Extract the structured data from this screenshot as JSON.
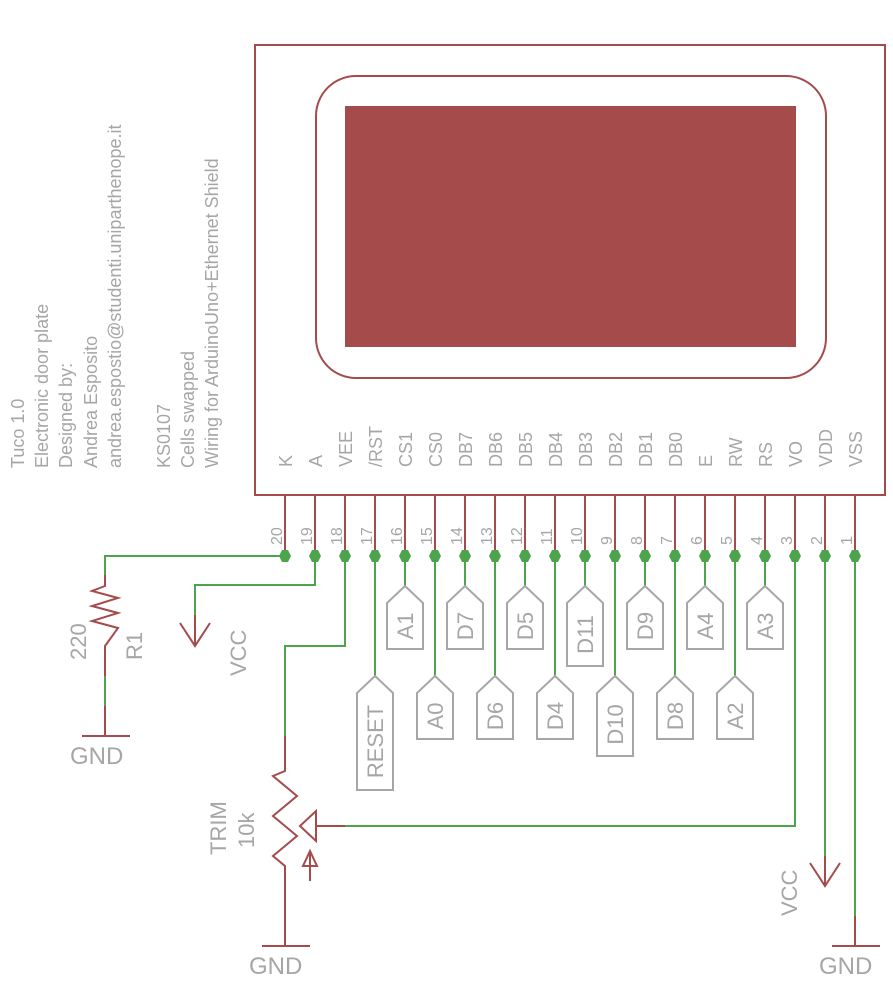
{
  "colors": {
    "part": "#a54b4b",
    "wire": "#4ca44c",
    "text": "#a6a6a6",
    "lcd_screen": "#a54b4b",
    "background": "#ffffff"
  },
  "notes": {
    "title_block": [
      "Tuco 1.0",
      "Electronic door plate",
      "Designed by:",
      "Andrea Esposito",
      "andrea.espostio@studenti.uniparthenope.it"
    ],
    "part_notes": [
      "KS0107",
      "Cells swapped",
      "Wiring for ArduinoUno+Ethernet Shield"
    ]
  },
  "lcd": {
    "pins": [
      {
        "num": "20",
        "name": "K"
      },
      {
        "num": "19",
        "name": "A"
      },
      {
        "num": "18",
        "name": "VEE"
      },
      {
        "num": "17",
        "name": "/RST"
      },
      {
        "num": "16",
        "name": "CS1"
      },
      {
        "num": "15",
        "name": "CS0"
      },
      {
        "num": "14",
        "name": "DB7"
      },
      {
        "num": "13",
        "name": "DB6"
      },
      {
        "num": "12",
        "name": "DB5"
      },
      {
        "num": "11",
        "name": "DB4"
      },
      {
        "num": "10",
        "name": "DB3"
      },
      {
        "num": "9",
        "name": "DB2"
      },
      {
        "num": "8",
        "name": "DB1"
      },
      {
        "num": "7",
        "name": "DB0"
      },
      {
        "num": "6",
        "name": "E"
      },
      {
        "num": "5",
        "name": "RW"
      },
      {
        "num": "4",
        "name": "RS"
      },
      {
        "num": "3",
        "name": "VO"
      },
      {
        "num": "2",
        "name": "VDD"
      },
      {
        "num": "1",
        "name": "VSS"
      }
    ]
  },
  "net_labels": [
    {
      "pin": "17",
      "label": "RESET",
      "row": "lower"
    },
    {
      "pin": "16",
      "label": "A1",
      "row": "upper"
    },
    {
      "pin": "15",
      "label": "A0",
      "row": "lower"
    },
    {
      "pin": "14",
      "label": "D7",
      "row": "upper"
    },
    {
      "pin": "13",
      "label": "D6",
      "row": "lower"
    },
    {
      "pin": "12",
      "label": "D5",
      "row": "upper"
    },
    {
      "pin": "11",
      "label": "D4",
      "row": "lower"
    },
    {
      "pin": "10",
      "label": "D11",
      "row": "upper"
    },
    {
      "pin": "9",
      "label": "D10",
      "row": "lower"
    },
    {
      "pin": "8",
      "label": "D9",
      "row": "upper"
    },
    {
      "pin": "7",
      "label": "D8",
      "row": "lower"
    },
    {
      "pin": "6",
      "label": "A4",
      "row": "upper"
    },
    {
      "pin": "5",
      "label": "A2",
      "row": "lower"
    },
    {
      "pin": "4",
      "label": "A3",
      "row": "upper"
    }
  ],
  "resistor": {
    "name": "R1",
    "value": "220"
  },
  "trimmer": {
    "name": "TRIM",
    "value": "10k"
  },
  "supplies": {
    "vcc_left": "VCC",
    "vcc_right": "VCC",
    "gnd_resistor": "GND",
    "gnd_trim": "GND",
    "gnd_right": "GND"
  }
}
